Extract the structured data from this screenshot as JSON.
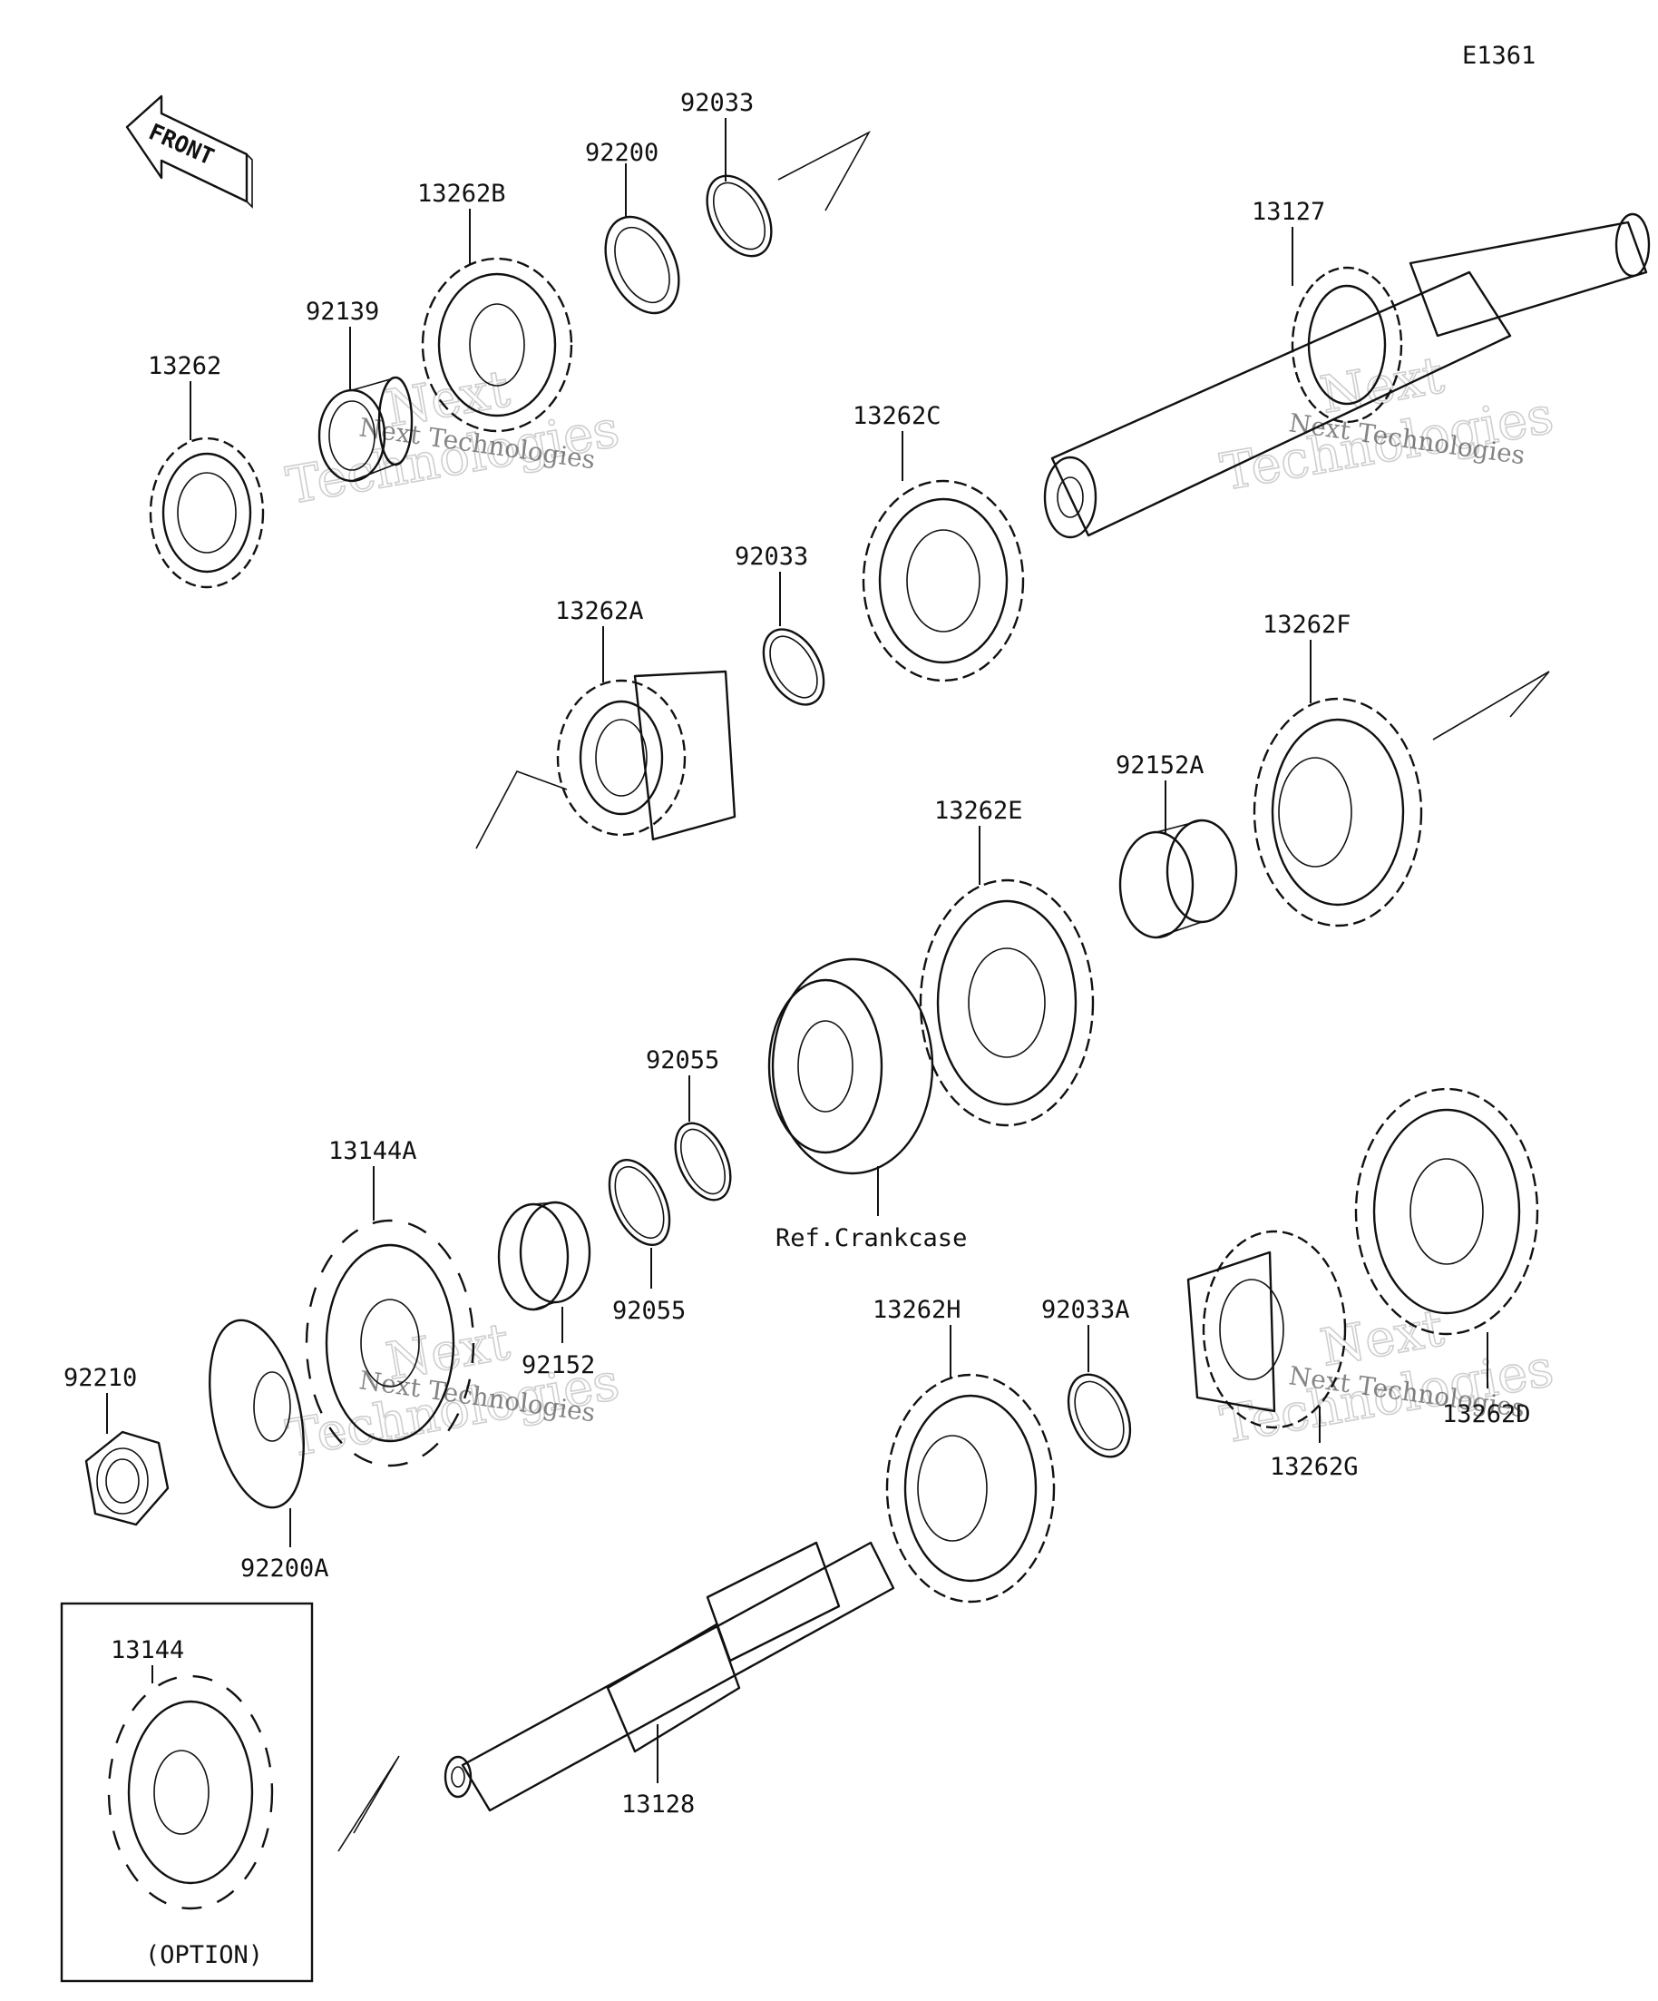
{
  "diagram_code": "E1361",
  "front_arrow_label": "FRONT",
  "option_box_label": "(OPTION)",
  "watermark": {
    "brand_a": "Next",
    "brand_b": "Technologies",
    "line": "Next Technologies"
  },
  "parts": [
    {
      "id": "p-92033-top",
      "label": "92033"
    },
    {
      "id": "p-92200",
      "label": "92200"
    },
    {
      "id": "p-13262B",
      "label": "13262B"
    },
    {
      "id": "p-92139",
      "label": "92139"
    },
    {
      "id": "p-13262",
      "label": "13262"
    },
    {
      "id": "p-13127",
      "label": "13127"
    },
    {
      "id": "p-13262C",
      "label": "13262C"
    },
    {
      "id": "p-92033-mid",
      "label": "92033"
    },
    {
      "id": "p-13262A",
      "label": "13262A"
    },
    {
      "id": "p-13262F",
      "label": "13262F"
    },
    {
      "id": "p-92152A",
      "label": "92152A"
    },
    {
      "id": "p-13262E",
      "label": "13262E"
    },
    {
      "id": "p-92055-top",
      "label": "92055"
    },
    {
      "id": "p-ref-crankcase",
      "label": "Ref.Crankcase"
    },
    {
      "id": "p-13144A",
      "label": "13144A"
    },
    {
      "id": "p-92055-bot",
      "label": "92055"
    },
    {
      "id": "p-92152",
      "label": "92152"
    },
    {
      "id": "p-92210",
      "label": "92210"
    },
    {
      "id": "p-92200A",
      "label": "92200A"
    },
    {
      "id": "p-13262H",
      "label": "13262H"
    },
    {
      "id": "p-92033A",
      "label": "92033A"
    },
    {
      "id": "p-13262D",
      "label": "13262D"
    },
    {
      "id": "p-13262G",
      "label": "13262G"
    },
    {
      "id": "p-13128",
      "label": "13128"
    },
    {
      "id": "p-13144",
      "label": "13144"
    }
  ]
}
